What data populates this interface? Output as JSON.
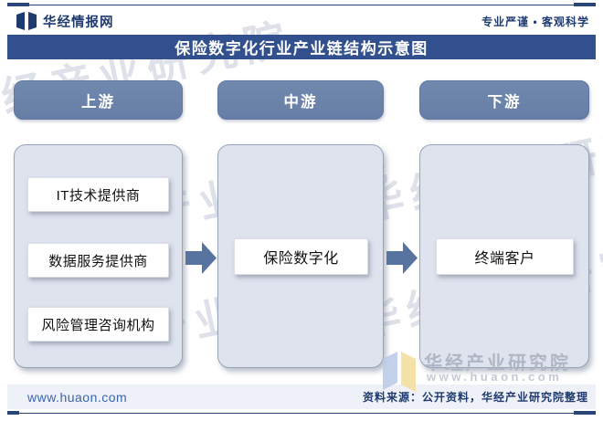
{
  "header": {
    "brand": "华经情报网",
    "slogan": "专业严谨 • 客观科学"
  },
  "title": "保险数字化行业产业链结构示意图",
  "chain": {
    "columns": [
      {
        "label": "上游",
        "items": [
          "IT技术提供商",
          "数据服务提供商",
          "风险管理咨询机构"
        ]
      },
      {
        "label": "中游",
        "items": [
          "保险数字化"
        ]
      },
      {
        "label": "下游",
        "items": [
          "终端客户"
        ]
      }
    ]
  },
  "watermark": {
    "brand": "华经产业研究院",
    "url": "www.huaon.com"
  },
  "footer": {
    "url": "www.huaon.com",
    "source": "资料来源：公开资料，华经产业研究院整理"
  },
  "colors": {
    "title_bar": "#32508D",
    "stage_button": "#6B83AA",
    "container_bg": "#DFE3EE",
    "arrow": "#56749F",
    "navy_text": "#1E3A6E",
    "link_blue": "#3A64AD",
    "rule": "#2A4578",
    "wm_logo_blue": "#B9C9E8",
    "wm_logo_yellow": "#F3DFA0"
  }
}
